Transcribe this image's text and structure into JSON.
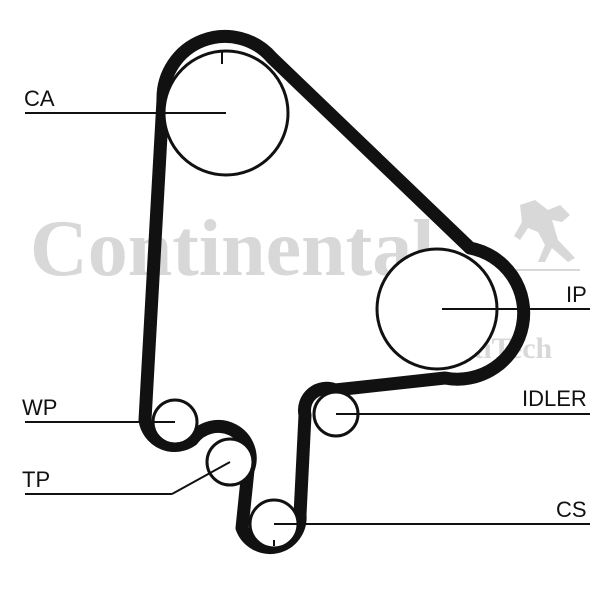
{
  "watermark": {
    "brand": "Continental",
    "sub": "ContiTech",
    "logo": "prancing-horse-icon"
  },
  "labels": {
    "ca": "CA",
    "ip": "IP",
    "wp": "WP",
    "idler": "IDLER",
    "tp": "TP",
    "cs": "CS"
  },
  "colors": {
    "belt": "#111111",
    "watermark": "#d8d8d8"
  }
}
